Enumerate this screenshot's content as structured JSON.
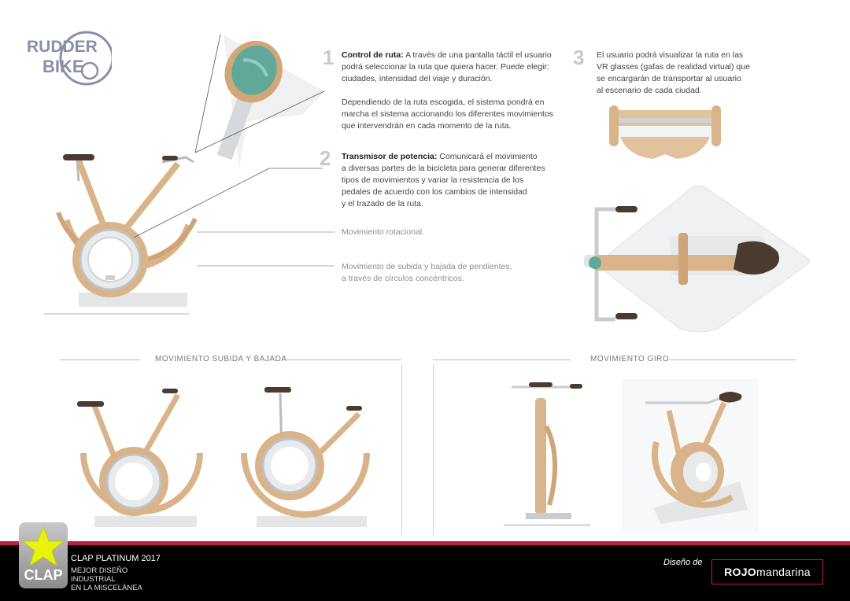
{
  "logo": {
    "line1": "RUDDER",
    "line2": "BIKE"
  },
  "features": [
    {
      "number": "1",
      "title": "Control de ruta:",
      "lines": [
        "A través de una pantalla táctil el usuario",
        "podrá seleccionar la ruta que quiera hacer. Puede elegir:",
        "ciudades, intensidad del viaje y duración."
      ],
      "lines2": [
        "Dependiendo de la ruta escogida, el sistema pondrá en",
        "marcha el sistema accionando los diferentes movimientos",
        "que intervendrán en cada momento de la ruta."
      ]
    },
    {
      "number": "2",
      "title": "Transmisor de potencia:",
      "lines": [
        "Comunicará el movimiento",
        "a diversas partes de la bicicleta para generar diferentes",
        "tipos de movimientos y variar la resistencia de los",
        "pedales de acuerdo con los cambios de intensidad",
        "y el trazado de la ruta."
      ]
    },
    {
      "number": "3",
      "lines": [
        "El usuario podrá visualizar la ruta en las",
        "VR glasses (gafas de realidad virtual) que",
        "se encargarán de transportar al usuario",
        "al escenario de cada ciudad."
      ]
    }
  ],
  "notes": {
    "rotational": "Movimiento rotacional.",
    "slope_line1": "Movimiento de subida y bajada de pendientes,",
    "slope_line2": "a través de círculos concéntricos."
  },
  "sections": {
    "up_down": "MOVIMIENTO SUBIDA Y BAJADA",
    "rotation": "MOVIMIENTO GIRO"
  },
  "footer": {
    "badge": "CLAP",
    "award_title": "CLAP PLATINUM 2017",
    "award_sub_1": "MEJOR DISEÑO",
    "award_sub_2": "INDUSTRIAL",
    "award_sub_3": "EN LA MISCELÁNEA",
    "design_by": "Diseño de",
    "brand_bold": "ROJO",
    "brand_rest": "mandarina"
  },
  "colors": {
    "wood": "#d9b48a",
    "wood_dark": "#b88a5e",
    "accent": "#c01e4a",
    "badge_star": "#e8f20a"
  }
}
